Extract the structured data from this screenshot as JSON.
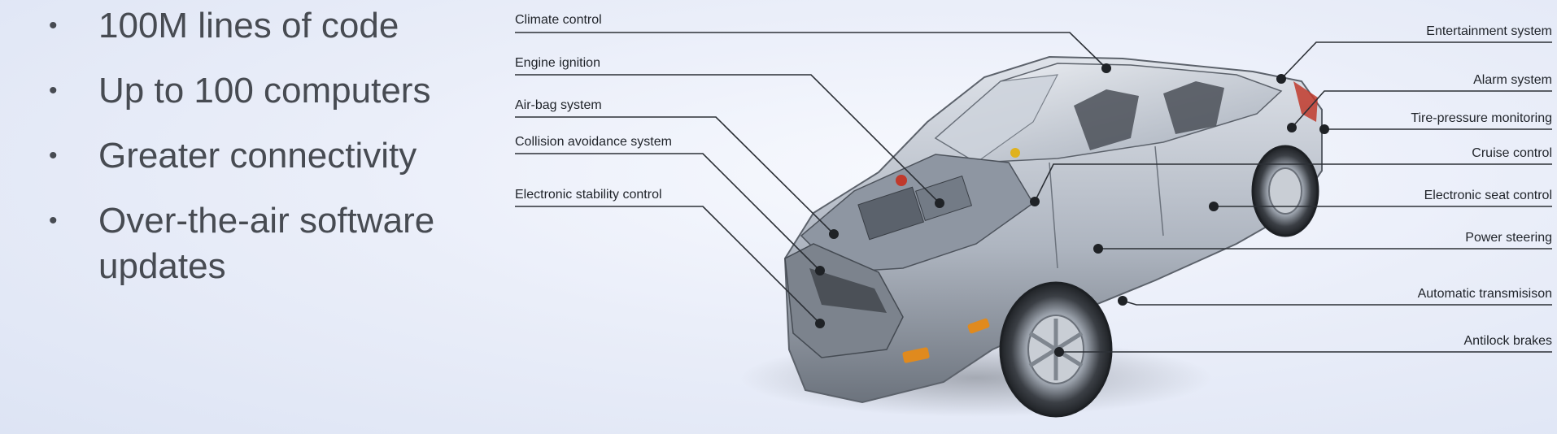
{
  "bullets": [
    "100M lines of code",
    "Up to 100 computers",
    "Greater connectivity",
    "Over-the-air software updates"
  ],
  "bullet_marker": "•",
  "left_labels": [
    "Climate control",
    "Engine ignition",
    "Air-bag system",
    "Collision avoidance system",
    "Electronic stability control"
  ],
  "right_labels": [
    "Entertainment system",
    "Alarm system",
    "Tire-pressure monitoring",
    "Cruise control",
    "Electronic seat control",
    "Power steering",
    "Automatic transmisison",
    "Antilock brakes"
  ],
  "colors": {
    "leader_line": "#2c3036",
    "car_body": "#b9bfc9",
    "car_dark": "#6d747e",
    "accent_red": "#c0392b",
    "accent_orange": "#e08a1e"
  },
  "icons": [
    "car-cutaway-illustration"
  ]
}
